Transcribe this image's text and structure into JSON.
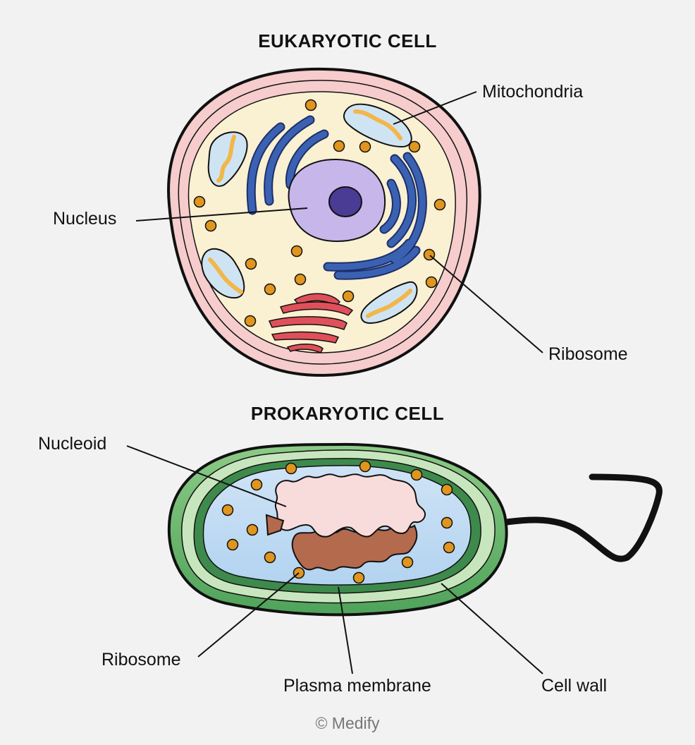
{
  "eukaryotic": {
    "title": "EUKARYOTIC CELL",
    "labels": {
      "mitochondria": "Mitochondria",
      "nucleus": "Nucleus",
      "ribosome": "Ribosome"
    }
  },
  "prokaryotic": {
    "title": "PROKARYOTIC CELL",
    "labels": {
      "nucleoid": "Nucleoid",
      "ribosome": "Ribosome",
      "plasma_membrane": "Plasma membrane",
      "cell_wall": "Cell wall"
    }
  },
  "copyright": "© Medify",
  "colors": {
    "background": "#f2f2f2",
    "outline": "#111111",
    "euk_membrane": "#f6cccc",
    "cytoplasm": "#faf0d2",
    "nucleus": "#c7b6ea",
    "nucleolus": "#4a3c94",
    "golgi_er": "#3b62b2",
    "rough_er": "#e0505a",
    "mitochondria_outer": "#cfe4f2",
    "mitochondria_inner": "#f2b64a",
    "ribosome": "#e0961e",
    "pro_capsule": "#6cb86c",
    "pro_wall": "#c8e6be",
    "pro_membrane": "#3e8a4c",
    "pro_cytoplasm": "#bcdaf2",
    "nucleoid": "#f8dcdc",
    "nucleoid_dark": "#b46a4c",
    "flagellum": "#111111"
  }
}
